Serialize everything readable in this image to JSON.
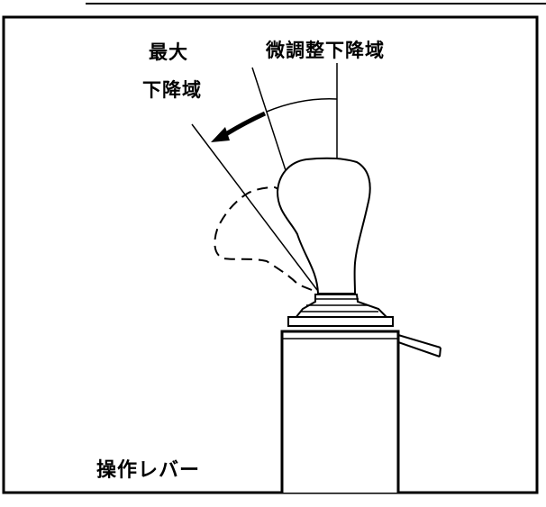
{
  "labels": {
    "max_lowering_line1": "最大",
    "max_lowering_line2": "下降域",
    "fine_adjust_lowering": "微調整下降域",
    "operating_lever": "操作レバー"
  },
  "colors": {
    "ink": "#000000",
    "background": "#ffffff",
    "knob_fill": "#ffffff"
  }
}
